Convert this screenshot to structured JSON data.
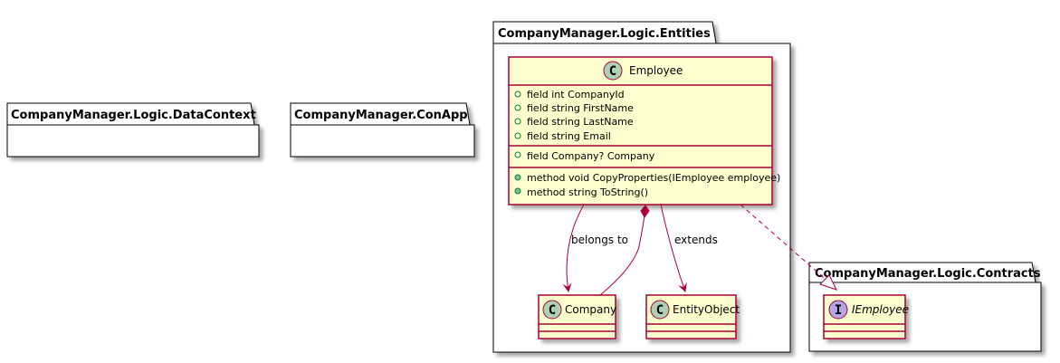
{
  "colors": {
    "class_fill": "#FEFECE",
    "class_border": "#A80036",
    "edge": "#A80036",
    "class_circle": "#ADD1B2",
    "interface_circle": "#B4A7E5",
    "visibility_public": "#84BE84"
  },
  "packages": {
    "datacontext": {
      "title": "CompanyManager.Logic.DataContext"
    },
    "conapp": {
      "title": "CompanyManager.ConApp"
    },
    "entities": {
      "title": "CompanyManager.Logic.Entities"
    },
    "contracts": {
      "title": "CompanyManager.Logic.Contracts"
    }
  },
  "classes": {
    "employee": {
      "name": "Employee",
      "stereotype": "C",
      "fields": [
        "field int CompanyId",
        "field string FirstName",
        "field string LastName",
        "field string Email"
      ],
      "navigation": [
        "field Company? Company"
      ],
      "methods": [
        "method void CopyProperties(IEmployee employee)",
        "method string ToString()"
      ]
    },
    "company": {
      "name": "Company",
      "stereotype": "C"
    },
    "entityobject": {
      "name": "EntityObject",
      "stereotype": "C"
    },
    "iemployee": {
      "name": "IEmployee",
      "stereotype": "I"
    }
  },
  "relations": {
    "belongs_to": {
      "label": "belongs to"
    },
    "extends": {
      "label": "extends"
    },
    "composition": {
      "label": ""
    },
    "implements": {
      "label": ""
    }
  }
}
